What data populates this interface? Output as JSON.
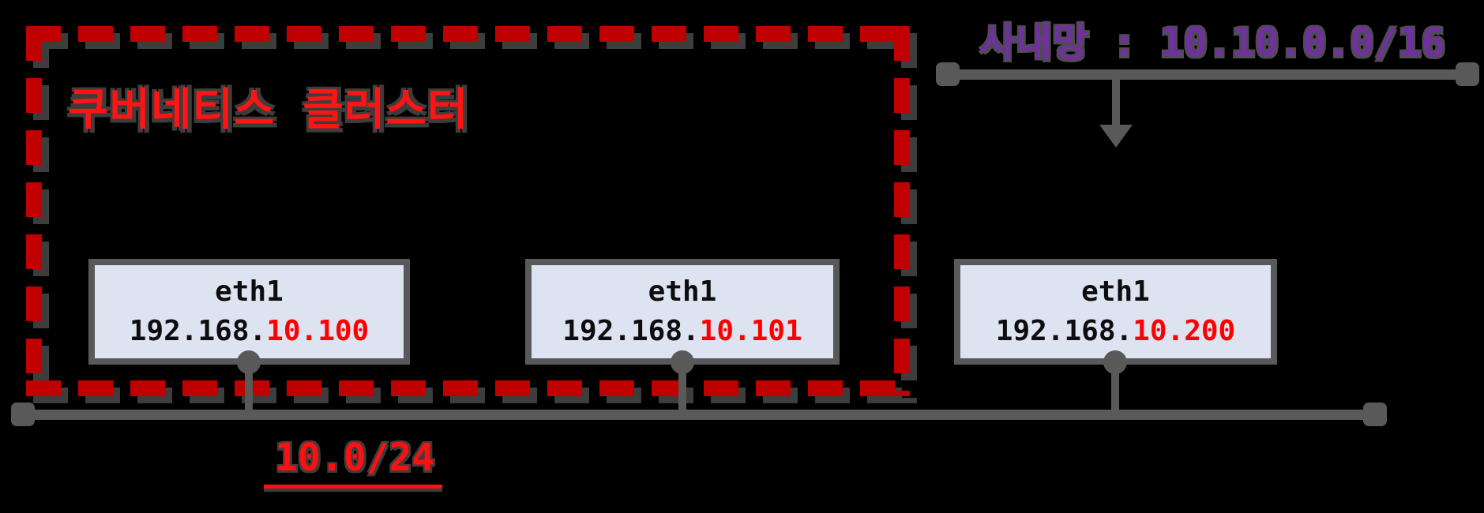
{
  "cluster": {
    "title": "쿠버네티스 클러스터",
    "subnet_label": "10.0/24",
    "border_color": "#c00000",
    "title_color": "#ff1414",
    "subnet_color": "#ff0f0f"
  },
  "intranet": {
    "label": "사내망 : 10.10.0.0/16",
    "color": "#7030a0"
  },
  "nodes": [
    {
      "interface": "eth1",
      "ip_prefix": "192.168.",
      "ip_suffix": "10.100"
    },
    {
      "interface": "eth1",
      "ip_prefix": "192.168.",
      "ip_suffix": "10.101"
    },
    {
      "interface": "eth1",
      "ip_prefix": "192.168.",
      "ip_suffix": "10.200"
    }
  ],
  "colors": {
    "background": "#000000",
    "line_gray": "#595959",
    "shadow_gray": "#3d3d3d",
    "node_fill": "#dde3f1",
    "ip_highlight": "#ff0000"
  }
}
